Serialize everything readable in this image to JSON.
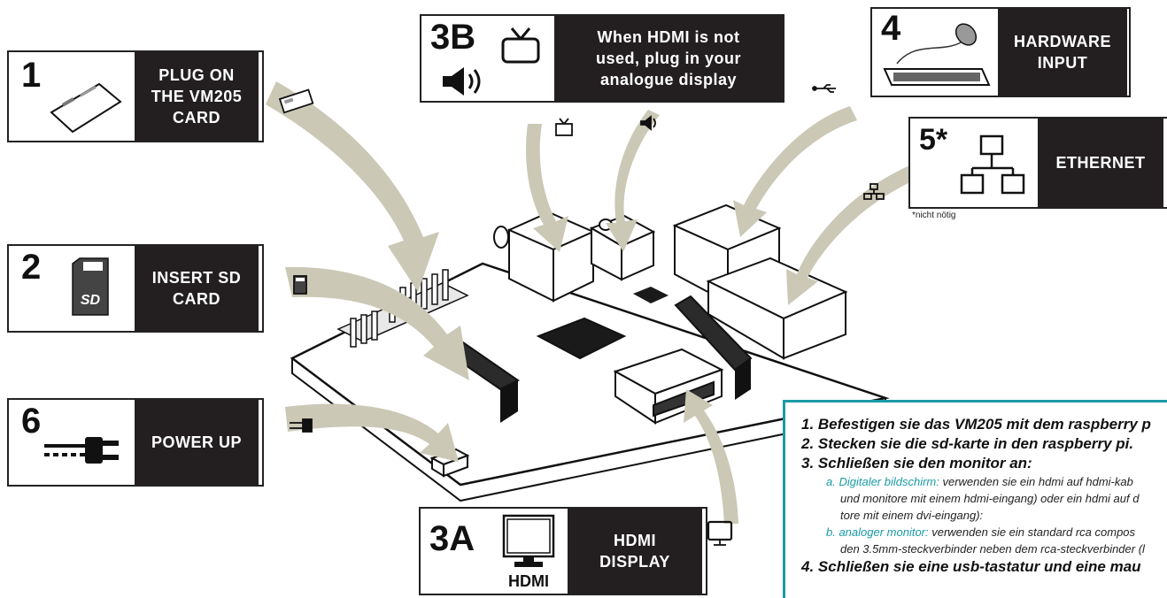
{
  "steps": [
    {
      "number": "1",
      "label_lines": [
        "PLUG ON",
        "THE VM205",
        "CARD"
      ],
      "icon": "expansion-card-icon"
    },
    {
      "number": "2",
      "label_lines": [
        "INSERT SD",
        "CARD"
      ],
      "icon": "sd-card-icon",
      "icon_text": "SD"
    },
    {
      "number": "3B",
      "label_lines": [
        "When HDMI is not",
        "used, plug in your",
        "analogue display"
      ],
      "icons": [
        "tv-icon",
        "speaker-icon"
      ]
    },
    {
      "number": "4",
      "label_lines": [
        "HARDWARE",
        "INPUT"
      ],
      "icons": [
        "mouse-icon",
        "keyboard-icon"
      ]
    },
    {
      "number": "5*",
      "label_lines": [
        "ETHERNET"
      ],
      "icon": "network-icon",
      "footnote": "*nicht nötig"
    },
    {
      "number": "6",
      "label_lines": [
        "POWER UP"
      ],
      "icon": "power-plug-icon"
    },
    {
      "number": "3A",
      "label_lines": [
        "HDMI",
        "DISPLAY"
      ],
      "icon": "hdmi-monitor-icon",
      "icon_text": "HDMI"
    }
  ],
  "instructions": [
    {
      "text": "1.  Befestigen sie das VM205 mit dem raspberry p"
    },
    {
      "text": "2.  Stecken sie die sd-karte in den raspberry pi."
    },
    {
      "text": "3.  Schließen sie den monitor an:",
      "subs": [
        {
          "lead": "a.  Digitaler bildschirm:",
          "rest": " verwenden sie ein hdmi auf hdmi-kab",
          "cont": [
            "und monitore mit einem hdmi-eingang) oder ein hdmi auf d",
            "tore mit einem dvi-eingang):"
          ]
        },
        {
          "lead": "b.  analoger monitor:",
          "rest": " verwenden sie ein standard rca compos",
          "cont": [
            "den 3.5mm-steckverbinder neben dem rca-steckverbinder (l"
          ]
        }
      ]
    },
    {
      "text": "4.  Schließen sie eine usb-tastatur und eine mau"
    }
  ],
  "colors": {
    "label_bg": "#231f20",
    "arrow": "#cbc8b6",
    "panel_border": "#1a9aa5",
    "highlight": "#1a9aa5"
  }
}
